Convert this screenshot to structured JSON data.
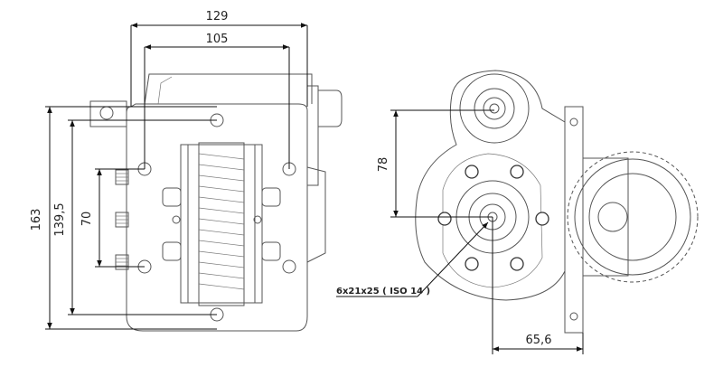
{
  "dimensions": {
    "width_outer": "129",
    "width_inner": "105",
    "height_total": "163",
    "height_mid": "139,5",
    "height_bolts": "70",
    "offset_vertical": "78",
    "offset_horizontal": "65,6"
  },
  "labels": {
    "shaft_spec": "6x21x25 ( ISO 14 )"
  },
  "colors": {
    "line": "#111111",
    "part": "#555555",
    "background": "#ffffff"
  }
}
